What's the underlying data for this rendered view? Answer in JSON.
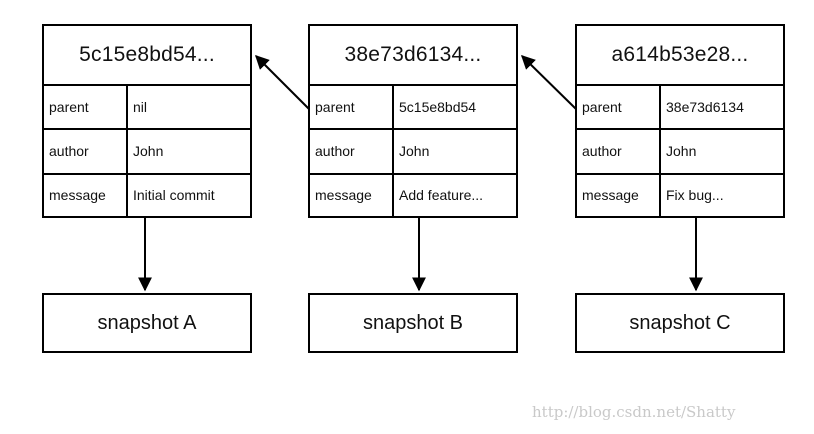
{
  "commits": [
    {
      "hash": "5c15e8bd54...",
      "fields": [
        {
          "key": "parent",
          "value": "nil"
        },
        {
          "key": "author",
          "value": "John"
        },
        {
          "key": "message",
          "value": "Initial commit"
        }
      ]
    },
    {
      "hash": "38e73d6134...",
      "fields": [
        {
          "key": "parent",
          "value": "5c15e8bd54"
        },
        {
          "key": "author",
          "value": "John"
        },
        {
          "key": "message",
          "value": "Add feature..."
        }
      ]
    },
    {
      "hash": "a614b53e28...",
      "fields": [
        {
          "key": "parent",
          "value": "38e73d6134"
        },
        {
          "key": "author",
          "value": "John"
        },
        {
          "key": "message",
          "value": "Fix bug..."
        }
      ]
    }
  ],
  "snapshots": [
    "snapshot A",
    "snapshot B",
    "snapshot C"
  ],
  "watermark": "http://blog.csdn.net/Shatty"
}
